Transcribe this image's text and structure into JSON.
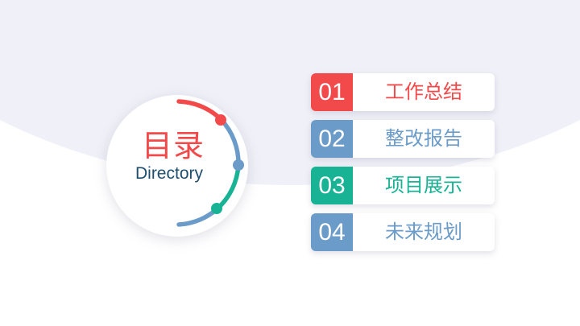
{
  "directory": {
    "title_cn": "目录",
    "title_en": "Directory",
    "arc_colors": [
      "#f24a4a",
      "#6b9bc8",
      "#17b394",
      "#6b9bc8"
    ]
  },
  "items": [
    {
      "number": "01",
      "label": "工作总结",
      "color": "#f24a4a"
    },
    {
      "number": "02",
      "label": "整改报告",
      "color": "#6b9bc8"
    },
    {
      "number": "03",
      "label": "项目展示",
      "color": "#17b394"
    },
    {
      "number": "04",
      "label": "未来规划",
      "color": "#6b9bc8"
    }
  ]
}
